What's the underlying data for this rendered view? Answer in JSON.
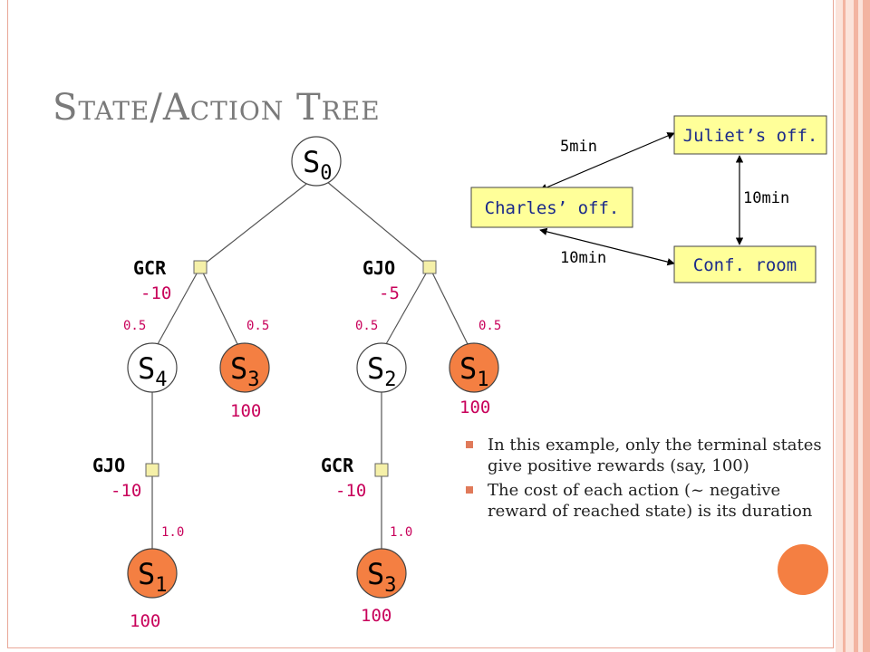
{
  "title": "State/Action Tree",
  "tree": {
    "root": {
      "label": "S",
      "sub": "0"
    },
    "actions": [
      {
        "id": "gcr-top",
        "label": "GCR",
        "cost": "-10"
      },
      {
        "id": "gjo-top",
        "label": "GJO",
        "cost": "-5"
      },
      {
        "id": "gjo-bottom",
        "label": "GJO",
        "cost": "-10"
      },
      {
        "id": "gcr-bottom",
        "label": "GCR",
        "cost": "-10"
      }
    ],
    "probabilities": {
      "p1": "0.5",
      "p2": "0.5",
      "p3": "0.5",
      "p4": "0.5",
      "p5": "1.0",
      "p6": "1.0"
    },
    "states": [
      {
        "id": "s4",
        "label": "S",
        "sub": "4",
        "terminal": false,
        "reward": ""
      },
      {
        "id": "s3a",
        "label": "S",
        "sub": "3",
        "terminal": true,
        "reward": "100"
      },
      {
        "id": "s2",
        "label": "S",
        "sub": "2",
        "terminal": false,
        "reward": ""
      },
      {
        "id": "s1a",
        "label": "S",
        "sub": "1",
        "terminal": true,
        "reward": "100"
      },
      {
        "id": "s1b",
        "label": "S",
        "sub": "1",
        "terminal": true,
        "reward": "100"
      },
      {
        "id": "s3b",
        "label": "S",
        "sub": "3",
        "terminal": true,
        "reward": "100"
      }
    ]
  },
  "map": {
    "juliet": "Juliet’s off.",
    "charles": "Charles’ off.",
    "conf": "Conf. room",
    "edge_charles_juliet": "5min",
    "edge_juliet_conf": "10min",
    "edge_charles_conf": "10min"
  },
  "bullets": [
    "In this example, only the terminal states give positive rewards (say, 100)",
    "The cost of each action (~ negative reward of reached state) is its duration"
  ],
  "colors": {
    "terminal_fill": "#f47f42",
    "action_box": "#f5f0a8",
    "value_text": "#c8005a",
    "label_box": "#ffff99",
    "title_gray": "#7a7a7a"
  }
}
